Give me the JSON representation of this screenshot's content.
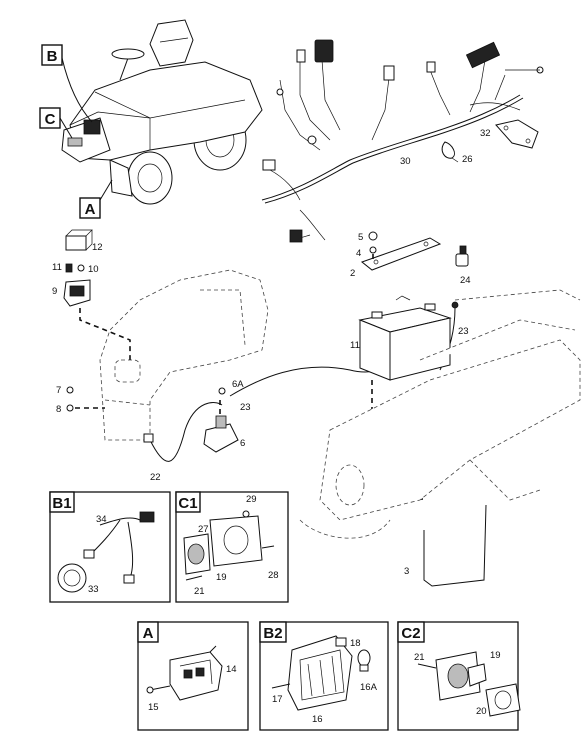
{
  "callouts": {
    "A": "A",
    "B": "B",
    "C": "C"
  },
  "inset_titles": {
    "B1": "B1",
    "C1": "C1",
    "A": "A",
    "B2": "B2",
    "C2": "C2"
  },
  "part_numbers": {
    "p2": "2",
    "p3": "3",
    "p4": "4",
    "p5": "5",
    "p6": "6",
    "p6A": "6A",
    "p7": "7",
    "p8": "8",
    "p9": "9",
    "p10": "10",
    "p11": "11",
    "p11b": "11",
    "p12": "12",
    "p22": "22",
    "p23": "23",
    "p23b": "23",
    "p24": "24",
    "p26": "26",
    "p30": "30",
    "p32": "32",
    "b1_34": "34",
    "b1_33": "33",
    "c1_29": "29",
    "c1_27": "27",
    "c1_19": "19",
    "c1_21": "21",
    "c1_28": "28",
    "a_14": "14",
    "a_15": "15",
    "b2_18": "18",
    "b2_17": "17",
    "b2_16": "16",
    "b2_16A": "16A",
    "c2_21": "21",
    "c2_19": "19",
    "c2_20": "20"
  }
}
